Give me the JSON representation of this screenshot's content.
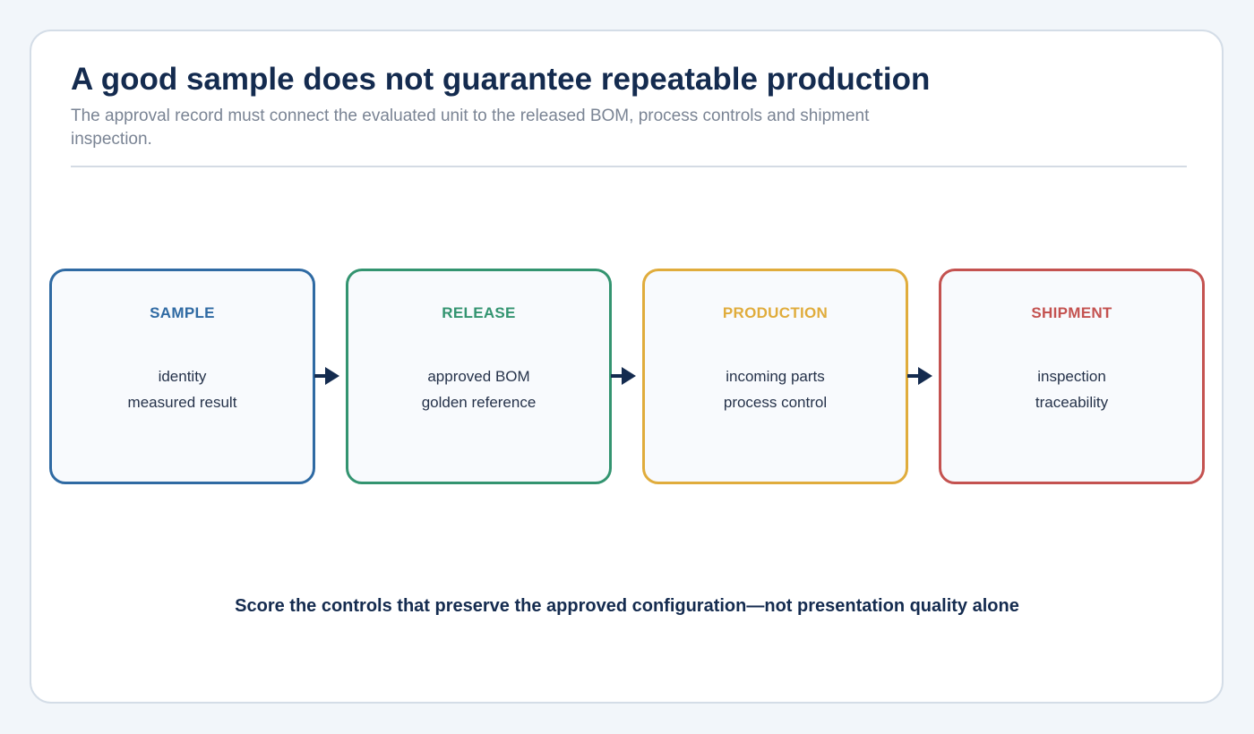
{
  "header": {
    "title": "A good sample does not guarantee repeatable production",
    "subtitle": "The approval record must connect the evaluated unit to the released BOM, process controls and shipment inspection."
  },
  "stages": [
    {
      "title": "SAMPLE",
      "lines": [
        "identity",
        "measured result"
      ],
      "color": "#2f6aa3"
    },
    {
      "title": "RELEASE",
      "lines": [
        "approved BOM",
        "golden reference"
      ],
      "color": "#339470"
    },
    {
      "title": "PRODUCTION",
      "lines": [
        "incoming parts",
        "process control"
      ],
      "color": "#e0ac3c"
    },
    {
      "title": "SHIPMENT",
      "lines": [
        "inspection",
        "traceability"
      ],
      "color": "#c45250"
    }
  ],
  "arrow_color": "#142b4f",
  "footer": "Score the controls that preserve the approved configuration—not presentation quality alone"
}
